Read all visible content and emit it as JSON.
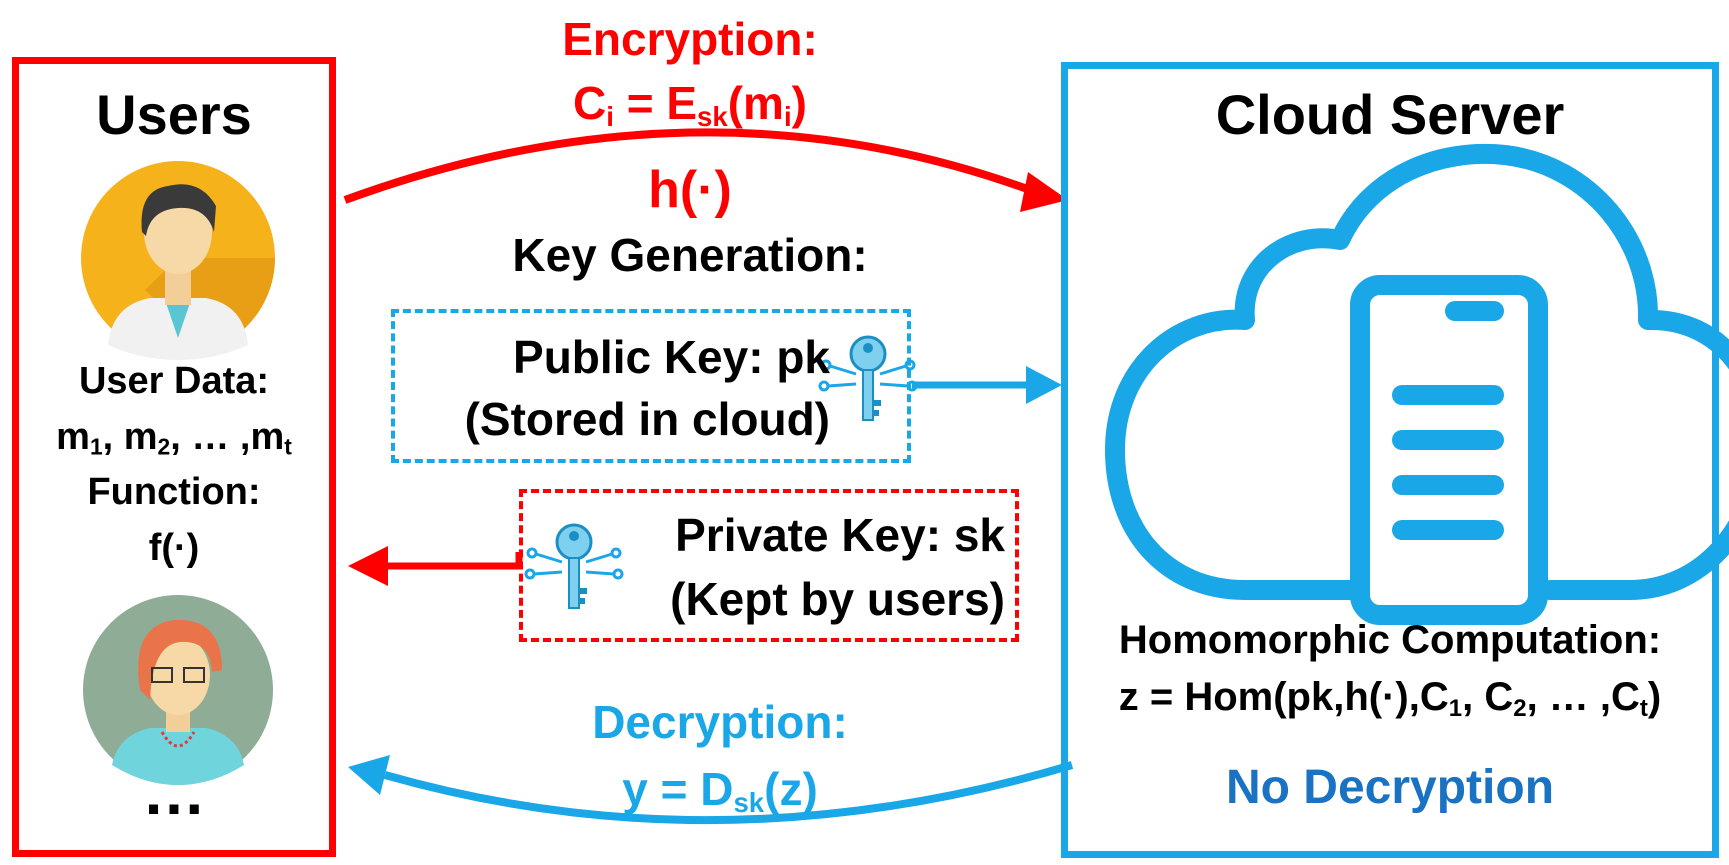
{
  "users": {
    "title": "Users",
    "data_label": "User Data:",
    "data_seq": {
      "m": "m",
      "s1": "1",
      "s2": "2",
      "sep": ", … ,",
      "st": "t"
    },
    "function_label": "Function:",
    "function_value": "f(·)",
    "more": "…"
  },
  "cloud": {
    "title": "Cloud Server",
    "computation_label": "Homomorphic Computation:",
    "computation_formula": {
      "pre": "z = Hom(pk,h(·),C",
      "s1": "1",
      "mid1": ", C",
      "s2": "2",
      "mid2": ", … ,C",
      "st": "t",
      "post": ")"
    },
    "note": "No Decryption"
  },
  "encryption": {
    "label": "Encryption:",
    "formula": {
      "c": "C",
      "ci": "i",
      "eq": " = E",
      "sk": "sk",
      "open": "(m",
      "mi": "i",
      "close": ")"
    },
    "h": "h(·)"
  },
  "keygen": {
    "label": "Key Generation:"
  },
  "public_key": {
    "line1": "Public Key: pk",
    "line2": "(Stored in cloud)"
  },
  "private_key": {
    "line1": "Private Key: sk",
    "line2": "(Kept by users)"
  },
  "decryption": {
    "label": "Decryption:",
    "formula": {
      "y": "y = D",
      "sk": "sk",
      "arg": "(z)"
    }
  },
  "colors": {
    "red": "#ff0000",
    "blue": "#1aa7e8",
    "dark_blue": "#1a73c2"
  },
  "icons": [
    "user-male-avatar-icon",
    "user-female-avatar-icon",
    "key-icon",
    "cloud-icon",
    "server-icon",
    "arrow-icon"
  ]
}
